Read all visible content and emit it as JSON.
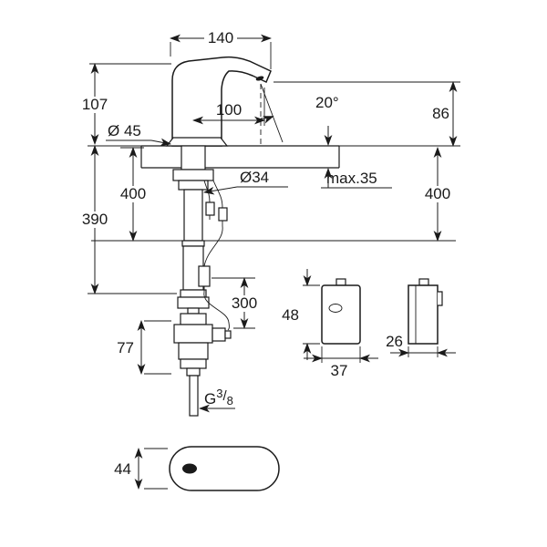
{
  "page": {
    "background": "#ffffff",
    "line_color": "#1a1a1a"
  },
  "drawing": {
    "kind": "faucet installation dimensional drawing"
  },
  "labels": {
    "width_overall": "140",
    "height_body": "107",
    "spout_reach": "100",
    "sensor_angle": "20°",
    "spout_height": "86",
    "base_dia": "Ø 45",
    "shank_dia": "Ø34",
    "max_thickness": "max.35",
    "supply_left": "400",
    "supply_right": "400",
    "cable_drop": "390",
    "plug_cable": "300",
    "valve_height": "77",
    "box_height": "48",
    "box_width": "37",
    "box_depth": "26",
    "thread_G": "G",
    "thread_numerator": "3",
    "thread_slash": "/",
    "thread_denominator": "8",
    "plate_height": "44"
  }
}
